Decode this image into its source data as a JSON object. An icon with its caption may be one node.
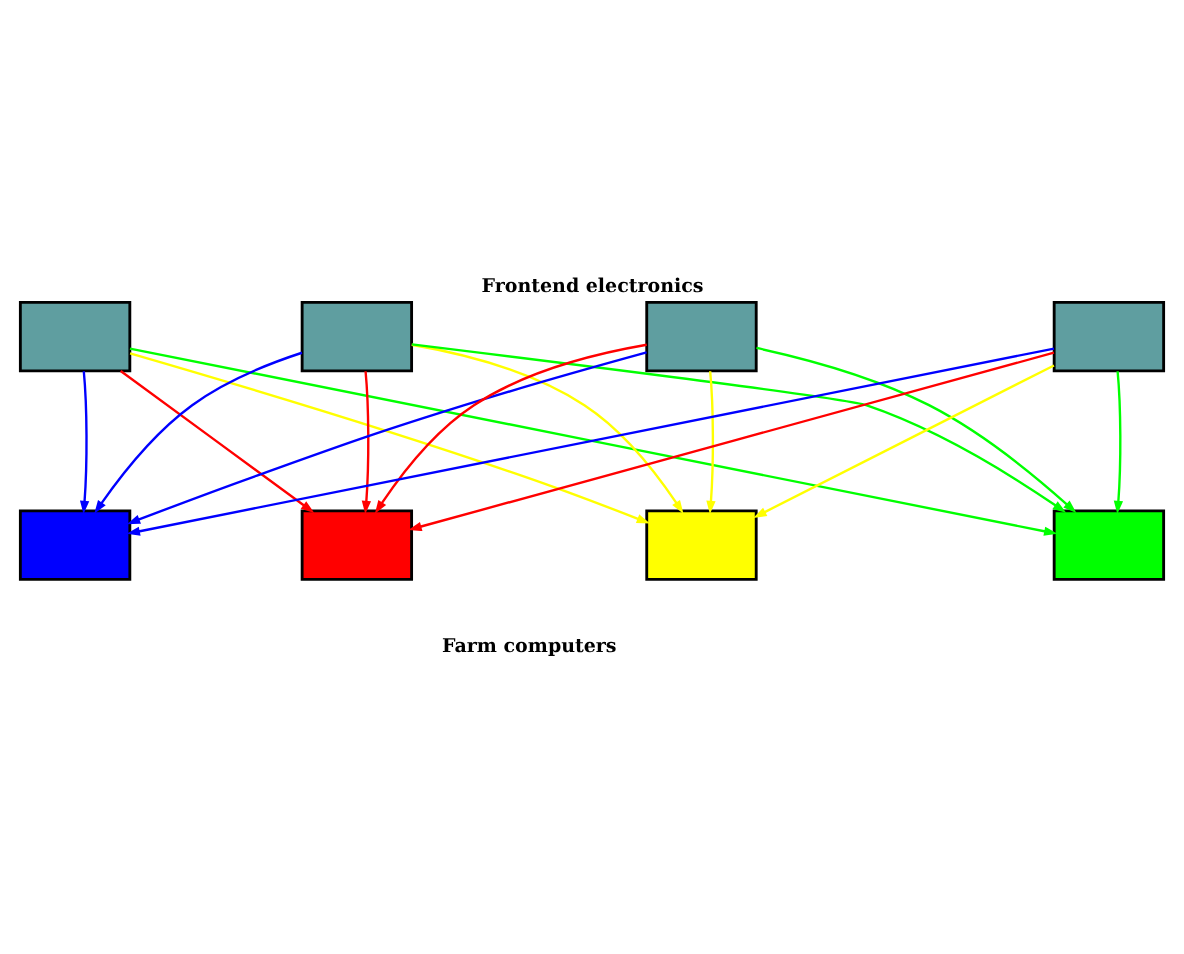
{
  "diagram": {
    "title": "Frontend electronics",
    "caption": "Farm computers",
    "nodes": [
      {
        "text": [],
        "shape": "box"
      },
      {
        "text": [],
        "shape": "box"
      },
      {
        "text": [],
        "shape": "box"
      },
      {
        "text": [],
        "shape": "box"
      },
      {
        "text": [],
        "shape": "box"
      },
      {
        "text": [],
        "shape": "box"
      },
      {
        "text": [],
        "shape": "box"
      },
      {
        "text": [],
        "shape": "box"
      }
    ],
    "edges": [
      {
        "from": 0,
        "to": 4,
        "arrow": "to",
        "color": "#0000ff"
      },
      {
        "from": 0,
        "to": 5,
        "arrow": "to",
        "color": "#ff0000"
      },
      {
        "from": 0,
        "to": 6,
        "arrow": "to",
        "color": "#ffff00"
      },
      {
        "from": 0,
        "to": 7,
        "arrow": "to",
        "color": "#00ff00"
      },
      {
        "from": 1,
        "to": 4,
        "arrow": "to",
        "color": "#0000ff"
      },
      {
        "from": 1,
        "to": 5,
        "arrow": "to",
        "color": "#ff0000"
      },
      {
        "from": 1,
        "to": 6,
        "arrow": "to",
        "color": "#ffff00"
      },
      {
        "from": 1,
        "to": 7,
        "arrow": "to",
        "color": "#00ff00"
      },
      {
        "from": 2,
        "to": 4,
        "arrow": "to",
        "color": "#0000ff"
      },
      {
        "from": 2,
        "to": 5,
        "arrow": "to",
        "color": "#ff0000"
      },
      {
        "from": 2,
        "to": 6,
        "arrow": "to",
        "color": "#ffff00"
      },
      {
        "from": 2,
        "to": 7,
        "arrow": "to",
        "color": "#00ff00"
      },
      {
        "from": 3,
        "to": 4,
        "arrow": "to",
        "color": "#0000ff"
      },
      {
        "from": 3,
        "to": 5,
        "arrow": "to",
        "color": "#ff0000"
      },
      {
        "from": 3,
        "to": 6,
        "arrow": "to",
        "color": "#ffff00"
      },
      {
        "from": 3,
        "to": 7,
        "arrow": "to",
        "color": "#00ff00"
      }
    ]
  }
}
